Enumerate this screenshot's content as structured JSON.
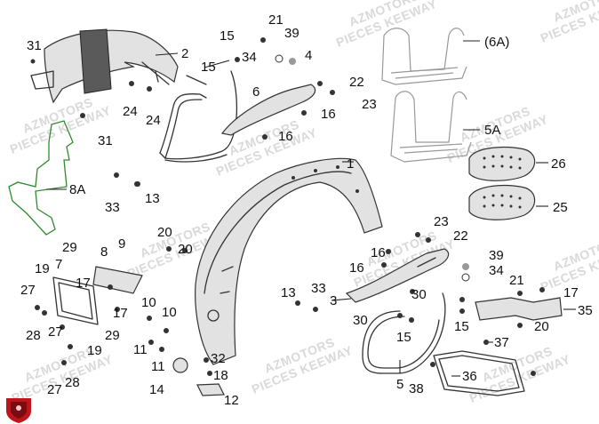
{
  "watermark": {
    "line1": "AZMOTORS",
    "line2": "PIECES KEEWAY"
  },
  "labels": [
    {
      "id": "31a",
      "text": "31"
    },
    {
      "id": "2",
      "text": "2"
    },
    {
      "id": "15a",
      "text": "15"
    },
    {
      "id": "15b",
      "text": "15"
    },
    {
      "id": "21a",
      "text": "21"
    },
    {
      "id": "39a",
      "text": "39"
    },
    {
      "id": "34a",
      "text": "34"
    },
    {
      "id": "4",
      "text": "4"
    },
    {
      "id": "6A",
      "text": "(6A)"
    },
    {
      "id": "24a",
      "text": "24"
    },
    {
      "id": "24b",
      "text": "24"
    },
    {
      "id": "6",
      "text": "6"
    },
    {
      "id": "22a",
      "text": "22"
    },
    {
      "id": "23a",
      "text": "23"
    },
    {
      "id": "16a",
      "text": "16"
    },
    {
      "id": "16b",
      "text": "16"
    },
    {
      "id": "31b",
      "text": "31"
    },
    {
      "id": "5A",
      "text": "5A"
    },
    {
      "id": "1",
      "text": "1"
    },
    {
      "id": "26",
      "text": "26"
    },
    {
      "id": "8A",
      "text": "8A"
    },
    {
      "id": "33a",
      "text": "33"
    },
    {
      "id": "13a",
      "text": "13"
    },
    {
      "id": "25",
      "text": "25"
    },
    {
      "id": "23b",
      "text": "23"
    },
    {
      "id": "22b",
      "text": "22"
    },
    {
      "id": "20a",
      "text": "20"
    },
    {
      "id": "20b",
      "text": "20"
    },
    {
      "id": "29a",
      "text": "29"
    },
    {
      "id": "8",
      "text": "8"
    },
    {
      "id": "9",
      "text": "9"
    },
    {
      "id": "16c",
      "text": "16"
    },
    {
      "id": "16d",
      "text": "16"
    },
    {
      "id": "39b",
      "text": "39"
    },
    {
      "id": "34b",
      "text": "34"
    },
    {
      "id": "19a",
      "text": "19"
    },
    {
      "id": "7",
      "text": "7"
    },
    {
      "id": "17a",
      "text": "17"
    },
    {
      "id": "21b",
      "text": "21"
    },
    {
      "id": "17b",
      "text": "17"
    },
    {
      "id": "27a",
      "text": "27"
    },
    {
      "id": "13b",
      "text": "13"
    },
    {
      "id": "33b",
      "text": "33"
    },
    {
      "id": "3",
      "text": "3"
    },
    {
      "id": "30a",
      "text": "30"
    },
    {
      "id": "35",
      "text": "35"
    },
    {
      "id": "17c",
      "text": "17"
    },
    {
      "id": "10a",
      "text": "10"
    },
    {
      "id": "10b",
      "text": "10"
    },
    {
      "id": "30b",
      "text": "30"
    },
    {
      "id": "20c",
      "text": "20"
    },
    {
      "id": "28a",
      "text": "28"
    },
    {
      "id": "27b",
      "text": "27"
    },
    {
      "id": "29b",
      "text": "29"
    },
    {
      "id": "15c",
      "text": "15"
    },
    {
      "id": "15d",
      "text": "15"
    },
    {
      "id": "11a",
      "text": "11"
    },
    {
      "id": "37",
      "text": "37"
    },
    {
      "id": "19b",
      "text": "19"
    },
    {
      "id": "32",
      "text": "32"
    },
    {
      "id": "11b",
      "text": "11"
    },
    {
      "id": "18",
      "text": "18"
    },
    {
      "id": "27c",
      "text": "27"
    },
    {
      "id": "28b",
      "text": "28"
    },
    {
      "id": "14",
      "text": "14"
    },
    {
      "id": "12",
      "text": "12"
    },
    {
      "id": "5",
      "text": "5"
    },
    {
      "id": "38",
      "text": "38"
    },
    {
      "id": "36",
      "text": "36"
    }
  ],
  "colors": {
    "line": "#333333",
    "watermark": "#d9d9d9",
    "green_part": "#2e8b2e",
    "logo": "#c0141c"
  },
  "icons": {
    "logo": "azmotors-shield-logo"
  }
}
